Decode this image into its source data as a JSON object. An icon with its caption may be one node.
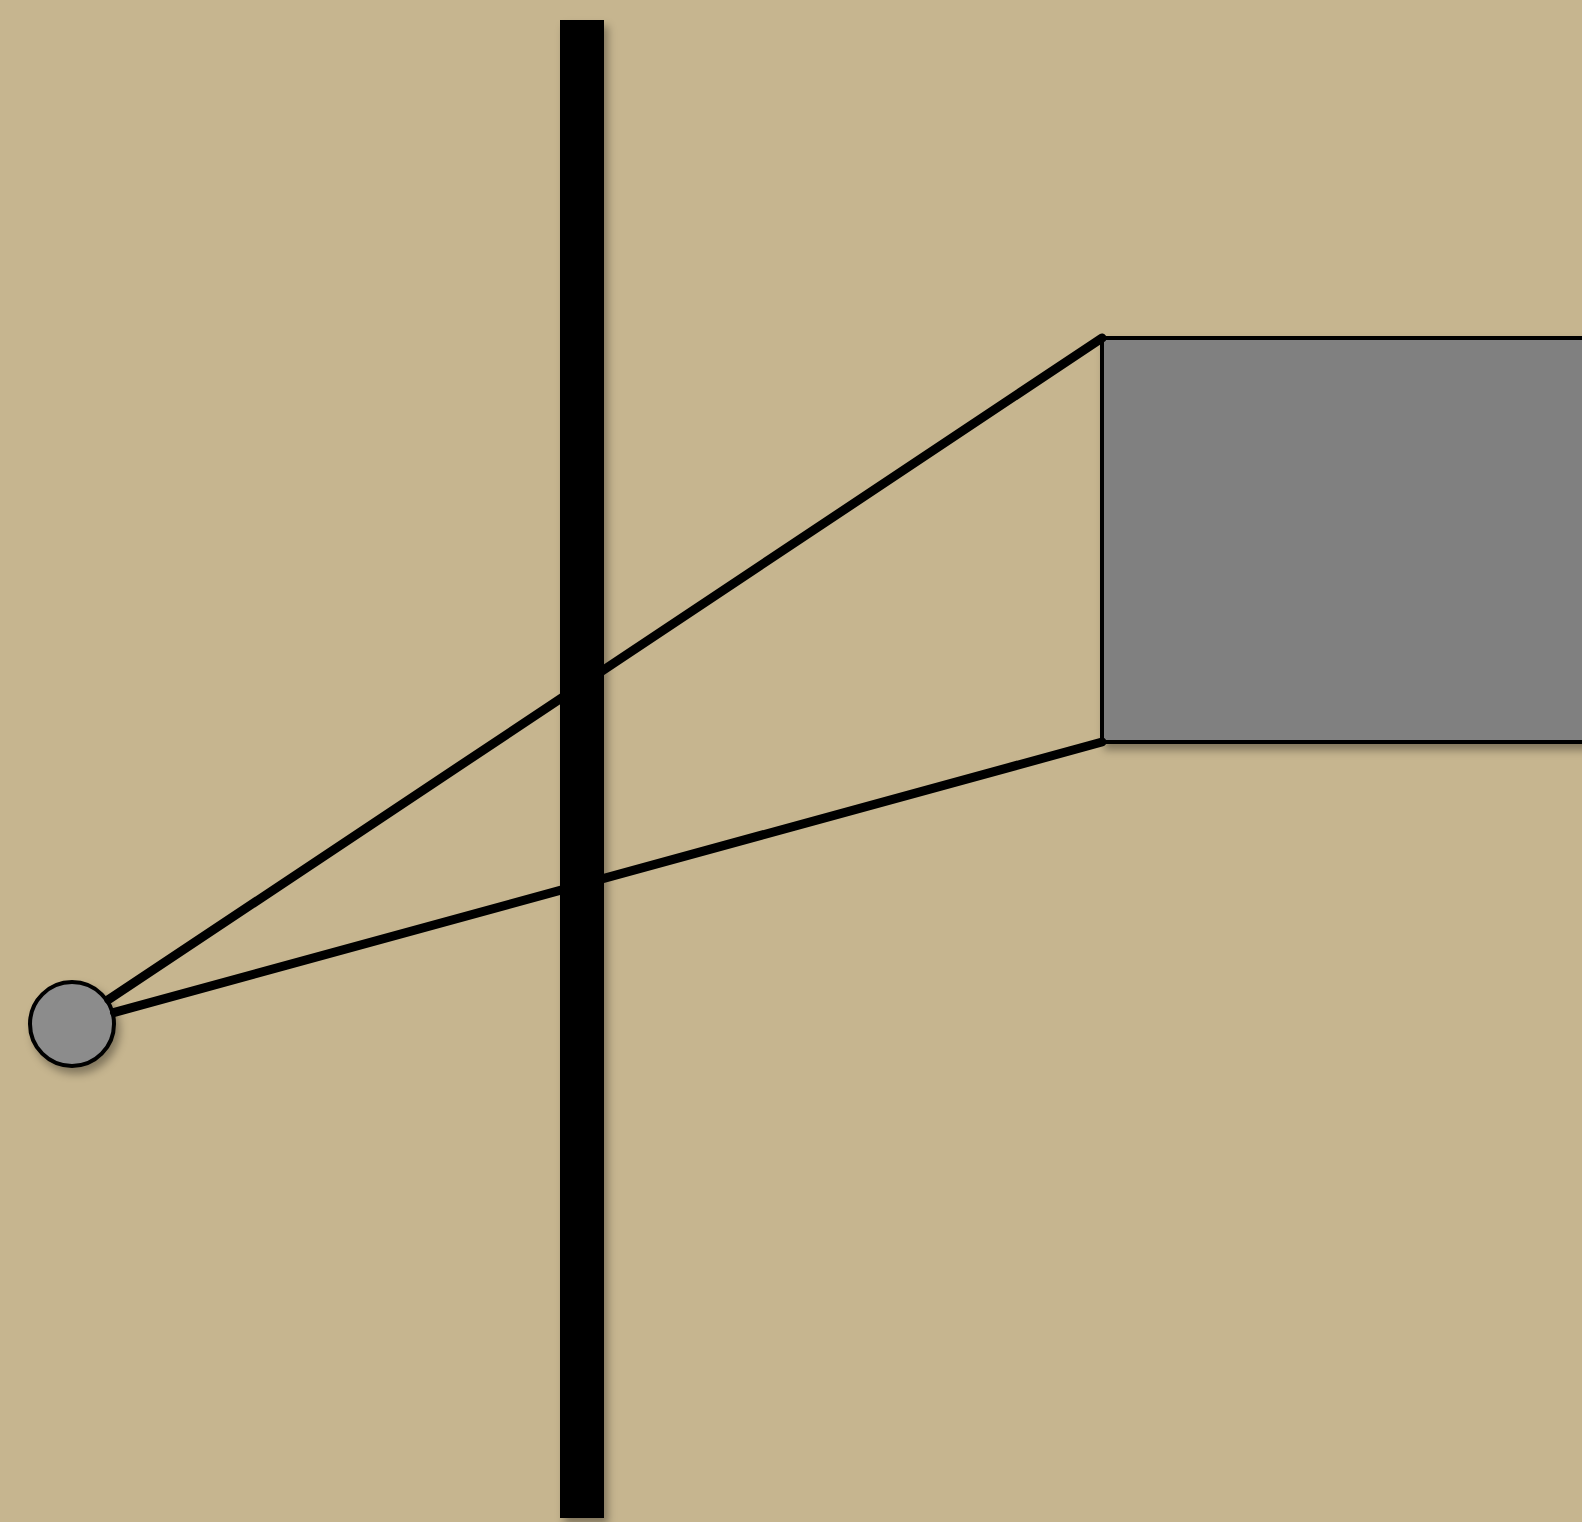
{
  "diagram": {
    "nodes": [
      {
        "text": [],
        "shape": "circle"
      },
      {
        "text": [],
        "shape": "box"
      }
    ],
    "edges": [
      {
        "from": 0,
        "to": 1,
        "arrow": "none"
      },
      {
        "from": 0,
        "to": 1,
        "arrow": "none"
      }
    ]
  }
}
